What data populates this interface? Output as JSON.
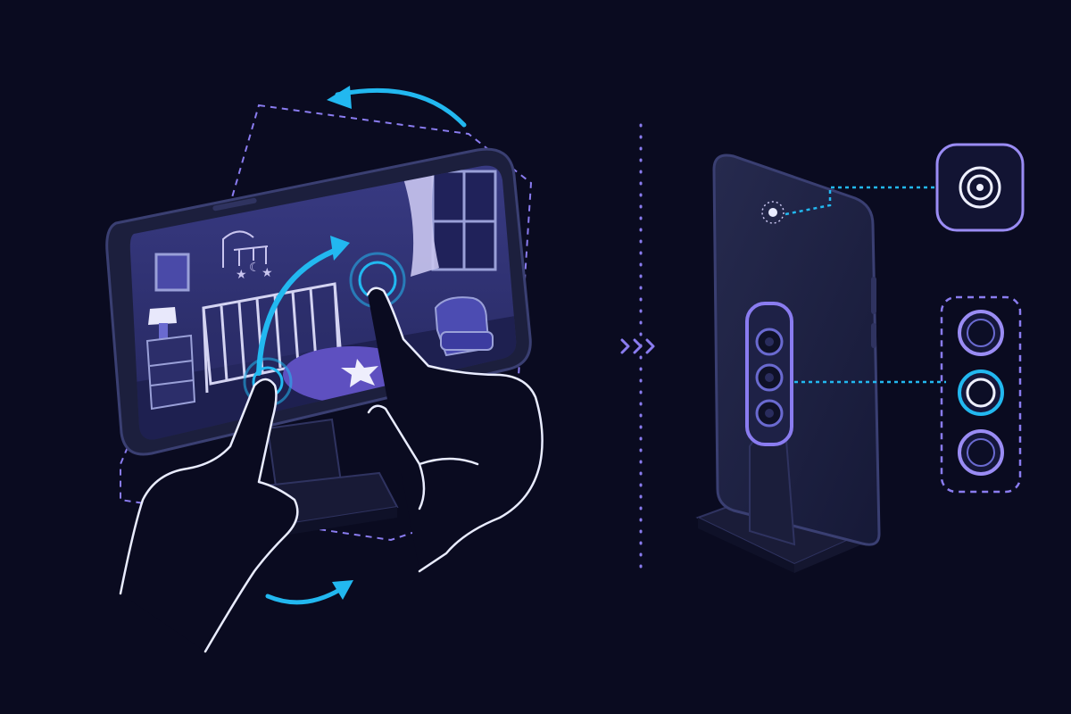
{
  "colors": {
    "background": "#0a0b20",
    "accent_cyan": "#22b8f0",
    "accent_purple": "#8a7cf0",
    "device_body": "#1c1f3d",
    "device_edge": "#2f3360",
    "room_wall": "#34367a",
    "line_white": "#e9ecff"
  },
  "scene": {
    "left": {
      "device": "phone-landscape-on-stand",
      "screen_content": "nursery-room-view",
      "gestures": [
        "rotate-arrow-top",
        "rotate-arrow-bottom",
        "two-finger-pinch-rotate"
      ]
    },
    "divider": {
      "style": "dotted-vertical",
      "transition_icon": "triple-chevron-right-icon"
    },
    "right": {
      "device": "phone-portrait-back-on-stand",
      "callouts": [
        {
          "icon": "front-camera-icon"
        },
        {
          "icon": "rear-camera-array-icon",
          "lenses": 3,
          "selected_lens": 2
        }
      ]
    }
  }
}
